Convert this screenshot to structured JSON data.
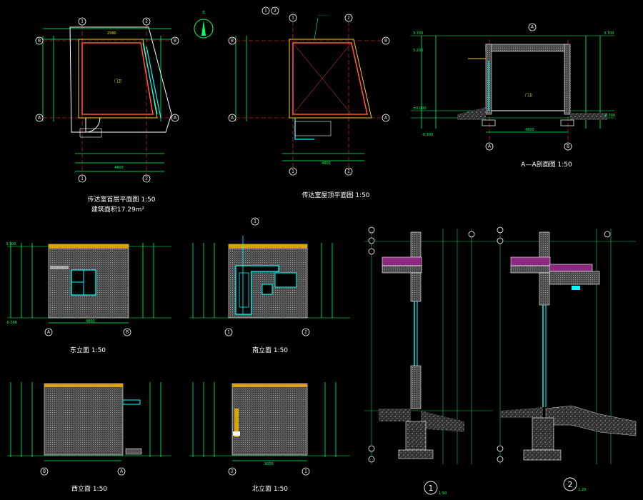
{
  "plan_ground": {
    "title": "传达室首层平面图 1:50",
    "area": "建筑面积17.29m²",
    "room": "门卫",
    "dim_total": "4800",
    "dim_wall": "2990",
    "grid_left": "1",
    "grid_right": "2",
    "grid_top": "B",
    "grid_bottom": "A"
  },
  "plan_roof": {
    "title": "传达室屋顶平面图 1:50",
    "dim_total": "4800",
    "grid_left": "1",
    "grid_right": "2",
    "grid_top": "B",
    "grid_bottom": "A"
  },
  "section_aa": {
    "title": "A—A剖面图 1:50",
    "room": "门卫",
    "dim_width": "4800",
    "level_top": "3.700",
    "level_mid": "3.200",
    "level_floor": "±0.000",
    "level_ground": "-0.300",
    "grid_left": "A",
    "grid_right": "B"
  },
  "elevation_east": {
    "title": "东立面 1:50",
    "dim": "4800",
    "level_top": "3.700",
    "level_ground": "-0.300",
    "grid_left": "A",
    "grid_right": "B"
  },
  "elevation_south": {
    "title": "南立面 1:50",
    "grid_left": "1",
    "grid_right": "2"
  },
  "elevation_west": {
    "title": "西立面 1:50",
    "grid_left": "B",
    "grid_right": "A"
  },
  "elevation_north": {
    "title": "北立面 1:50",
    "dim": "3000",
    "grid_left": "2",
    "grid_right": "1"
  },
  "detail_1": {
    "label": "1",
    "scale": "1:50"
  },
  "detail_2": {
    "label": "2",
    "scale": "1:20"
  },
  "north_label": "北"
}
